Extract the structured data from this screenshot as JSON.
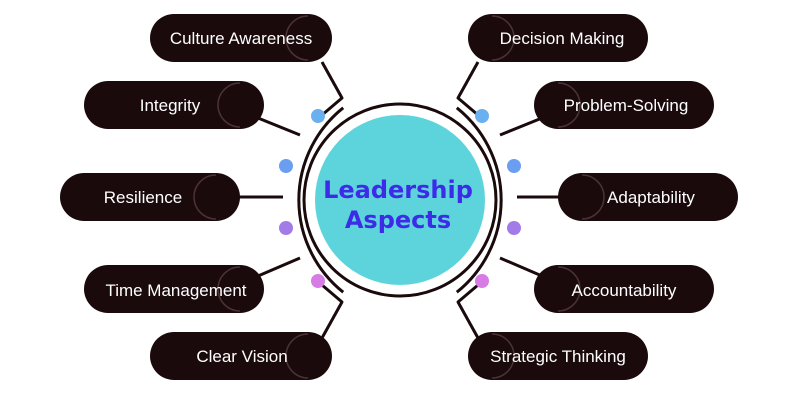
{
  "center": {
    "line1": "Leadership",
    "line2": "Aspects",
    "fill_color": "#5dd4dc",
    "text_color": "#3d2be8"
  },
  "aspects": [
    {
      "label": "Culture Awareness",
      "side": "left"
    },
    {
      "label": "Integrity",
      "side": "left"
    },
    {
      "label": "Resilience",
      "side": "left"
    },
    {
      "label": "Time Management",
      "side": "left"
    },
    {
      "label": "Clear Vision",
      "side": "left"
    },
    {
      "label": "Decision Making",
      "side": "right"
    },
    {
      "label": "Problem-Solving",
      "side": "right"
    },
    {
      "label": "Adaptability",
      "side": "right"
    },
    {
      "label": "Accountability",
      "side": "right"
    },
    {
      "label": "Strategic Thinking",
      "side": "right"
    }
  ],
  "colors": {
    "pill": "#1a0a0c",
    "connector": "#1a0a0c",
    "dot_blue": "#6ab0f0",
    "dot_purple": "#a37be8",
    "dot_pink": "#d67ce4"
  }
}
